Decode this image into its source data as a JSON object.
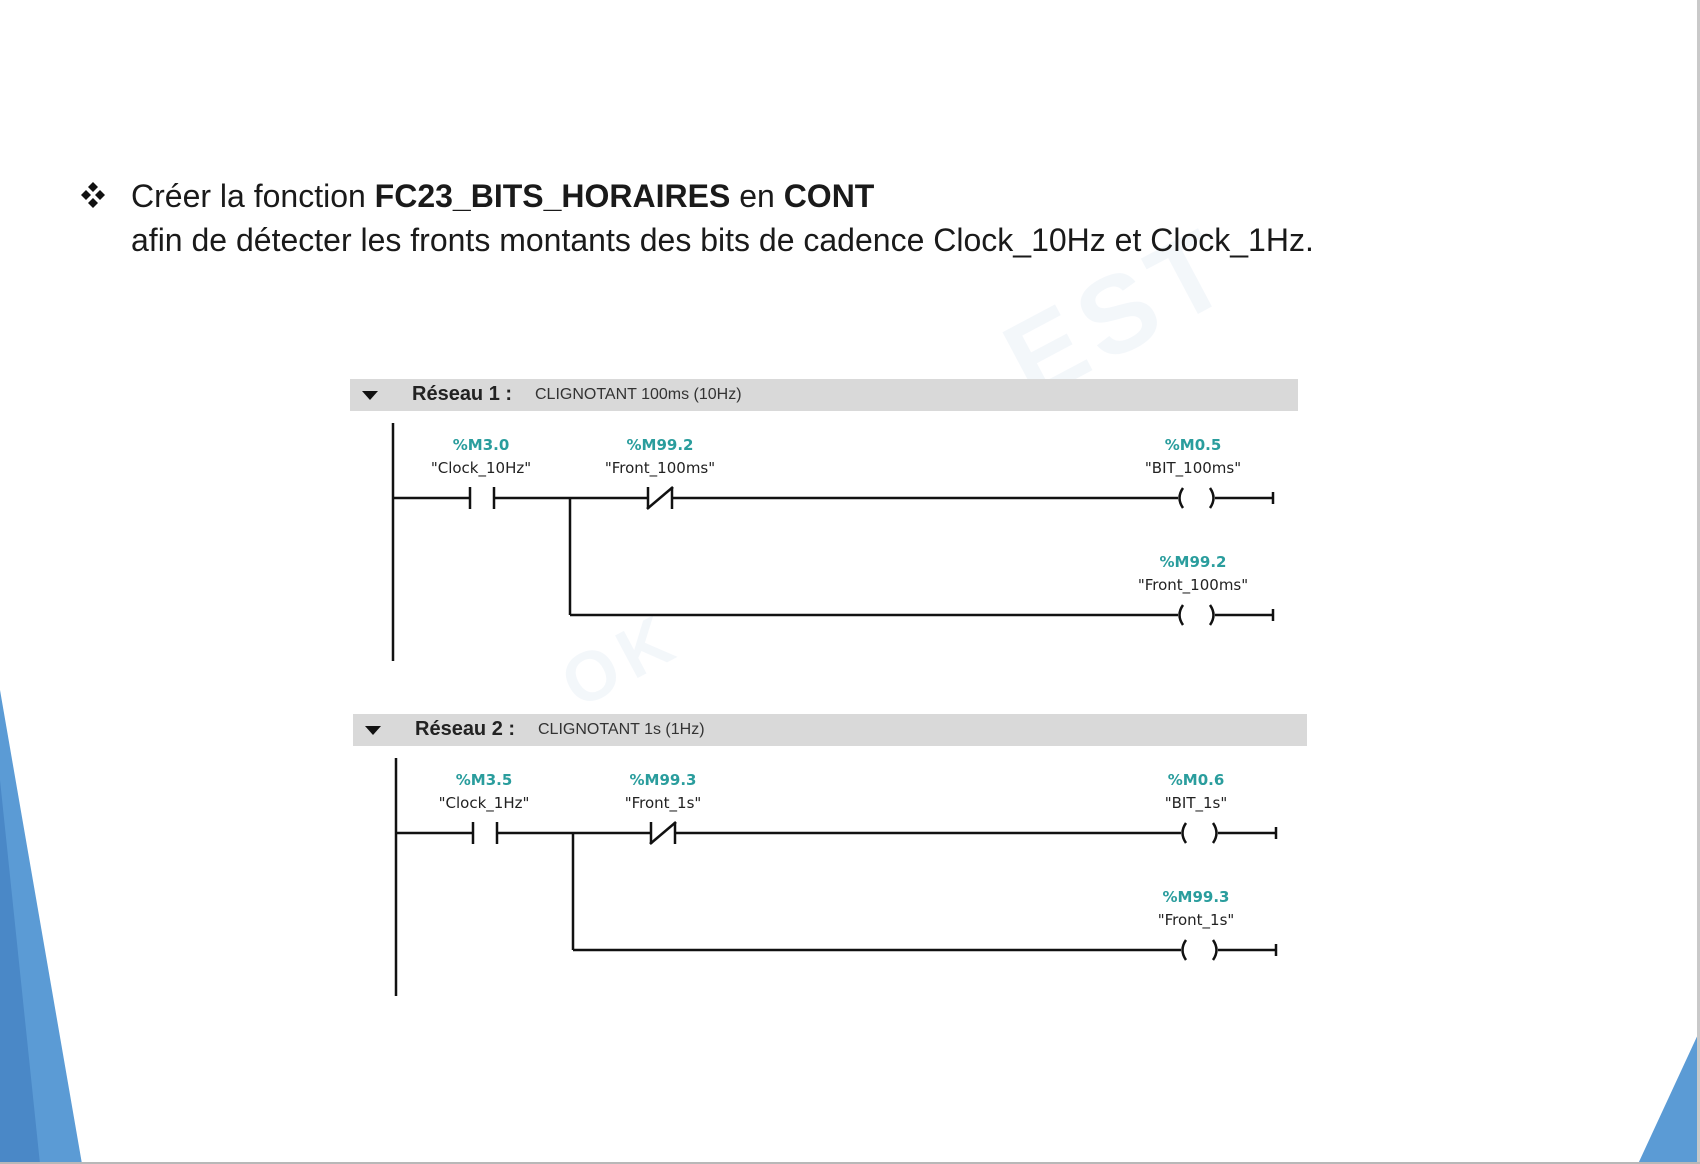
{
  "instruction": {
    "line1_prefix": "Créer la fonction ",
    "function_name": "FC23_BITS_HORAIRES",
    "line1_mid": " en ",
    "language": "CONT",
    "line2": "afin de détecter les fronts montants des bits de cadence Clock_10Hz et Clock_1Hz."
  },
  "networks": [
    {
      "title": "Réseau 1 :",
      "comment": "CLIGNOTANT 100ms (10Hz)",
      "contact_no": {
        "address": "%M3.0",
        "symbol": "\"Clock_10Hz\""
      },
      "contact_nc": {
        "address": "%M99.2",
        "symbol": "\"Front_100ms\""
      },
      "coil_1": {
        "address": "%M0.5",
        "symbol": "\"BIT_100ms\""
      },
      "coil_2": {
        "address": "%M99.2",
        "symbol": "\"Front_100ms\""
      }
    },
    {
      "title": "Réseau 2 :",
      "comment": "CLIGNOTANT 1s (1Hz)",
      "contact_no": {
        "address": "%M3.5",
        "symbol": "\"Clock_1Hz\""
      },
      "contact_nc": {
        "address": "%M99.3",
        "symbol": "\"Front_1s\""
      },
      "coil_1": {
        "address": "%M0.6",
        "symbol": "\"BIT_1s\""
      },
      "coil_2": {
        "address": "%M99.3",
        "symbol": "\"Front_1s\""
      }
    }
  ],
  "colors": {
    "accent": "#5b9bd5",
    "address": "#2a9d9d",
    "header_bg": "#d9d9d9"
  },
  "icons": {
    "bullet": "diamond-bullet-icon",
    "collapse": "collapse-triangle-icon"
  }
}
